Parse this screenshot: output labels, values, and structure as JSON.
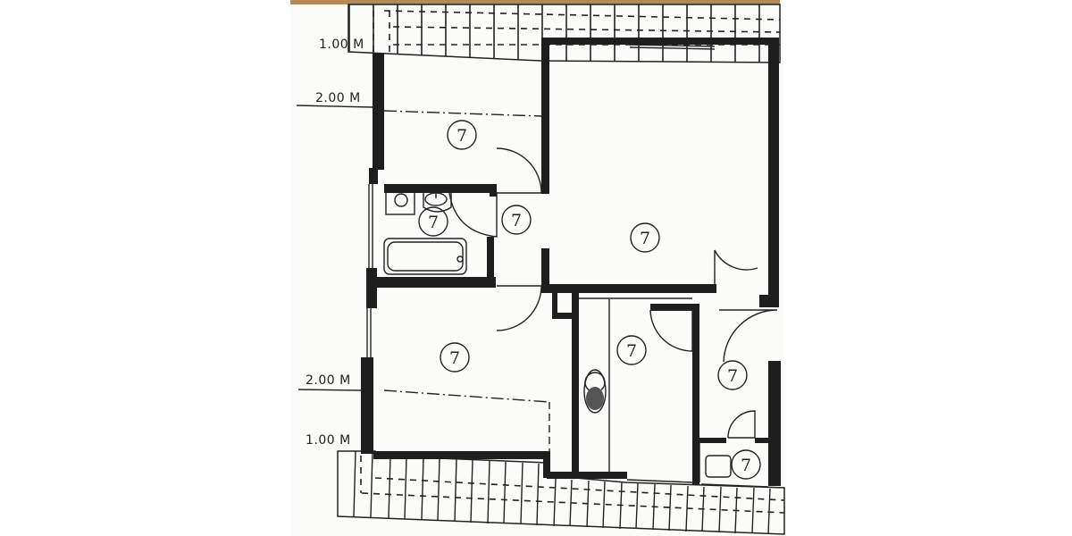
{
  "plan": {
    "type": "floor-plan",
    "room_label": "7",
    "level_markers": [
      {
        "text": "1.00 M",
        "position": "top-outer"
      },
      {
        "text": "2.00 M",
        "position": "top-inner"
      },
      {
        "text": "2.00 M",
        "position": "bottom-inner"
      },
      {
        "text": "1.00 M",
        "position": "bottom-outer"
      }
    ],
    "rooms": [
      {
        "id": "bedroom-top-left",
        "label": "7"
      },
      {
        "id": "bathroom",
        "label": "7"
      },
      {
        "id": "hallway",
        "label": "7"
      },
      {
        "id": "living-room",
        "label": "7"
      },
      {
        "id": "bedroom-bottom-left",
        "label": "7"
      },
      {
        "id": "kitchen",
        "label": "7"
      },
      {
        "id": "entry",
        "label": "7"
      },
      {
        "id": "wc",
        "label": "7"
      }
    ],
    "colors": {
      "wall": "#1e1e1e",
      "paper": "#fbfbfa",
      "wood": "#b58a57",
      "line": "#222222"
    }
  }
}
